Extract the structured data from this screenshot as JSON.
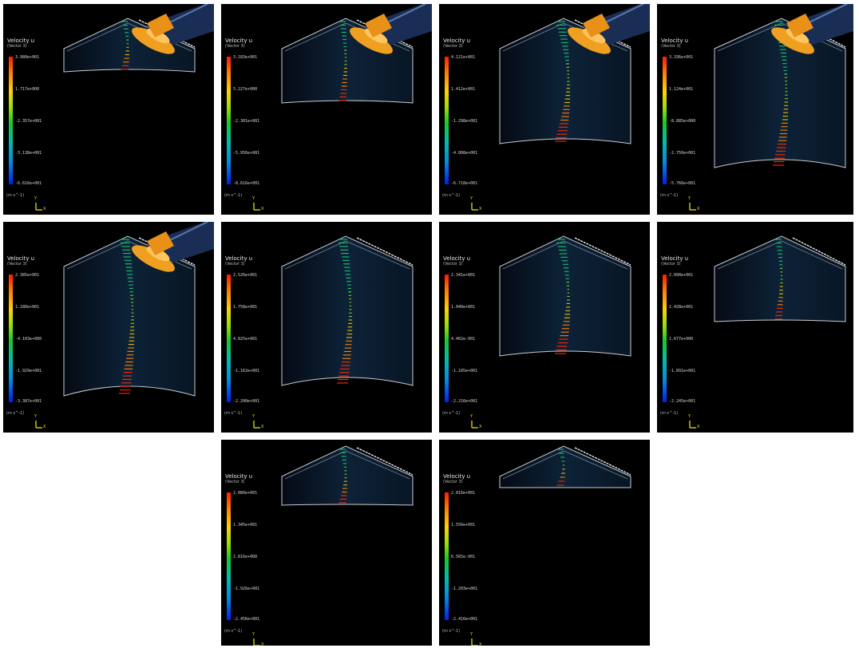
{
  "legend": {
    "title": "Velocity u",
    "subtitle": "(Vector 3)",
    "units": "(m s^-1)"
  },
  "axis_labels": {
    "y": "Y",
    "x": "X"
  },
  "colors": {
    "background": "#000000",
    "chamber_fill": "#0a1c2e",
    "chamber_edge": "#c8ccd2",
    "valve": "#f0a020",
    "valve_stem": "#1a2d55"
  },
  "panels": [
    {
      "id": "frame-1",
      "valve_visible": true,
      "ticks": [
        "3.980e+001",
        "1.717e+000",
        "-2.357e+001",
        "-3.138e+001",
        "-6.616e+001"
      ]
    },
    {
      "id": "frame-2",
      "valve_visible": true,
      "ticks": [
        "3.183e+001",
        "5.227e+000",
        "-2.301e+001",
        "-5.956e+001",
        "-8.616e+001"
      ]
    },
    {
      "id": "frame-3",
      "valve_visible": true,
      "ticks": [
        "4.121e+001",
        "1.412e+001",
        "-1.298e+001",
        "-4.008e+001",
        "-6.718e+001"
      ]
    },
    {
      "id": "frame-4",
      "valve_visible": true,
      "ticks": [
        "3.336e+001",
        "1.124e+001",
        "-8.885e+000",
        "-2.750e+001",
        "-5.766e+001"
      ]
    },
    {
      "id": "frame-5",
      "valve_visible": true,
      "ticks": [
        "2.385e+001",
        "1.180e+001",
        "-4.103e+000",
        "-1.929e+001",
        "-3.387e+001"
      ]
    },
    {
      "id": "frame-6",
      "valve_visible": false,
      "ticks": [
        "2.526e+001",
        "1.758e+001",
        "4.825e+001",
        "-1.162e+001",
        "-2.200e+001"
      ]
    },
    {
      "id": "frame-7",
      "valve_visible": false,
      "ticks": [
        "2.341e+001",
        "1.040e+001",
        "4.402e-001",
        "-1.185e+001",
        "-2.216e+001"
      ]
    },
    {
      "id": "frame-8",
      "valve_visible": false,
      "ticks": [
        "2.090e+001",
        "1.428e+001",
        "1.677e+000",
        "-1.891e+001",
        "-2.245e+001"
      ]
    },
    {
      "id": "frame-9",
      "valve_visible": false,
      "ticks": [
        "2.880e+001",
        "1.345e+001",
        "2.816e+000",
        "-1.926e+001",
        "-2.456e+001"
      ]
    },
    {
      "id": "frame-10",
      "valve_visible": false,
      "ticks": [
        "2.816e+001",
        "1.556e+001",
        "6.565e-001",
        "-1.203e+001",
        "-2.416e+001"
      ]
    }
  ]
}
